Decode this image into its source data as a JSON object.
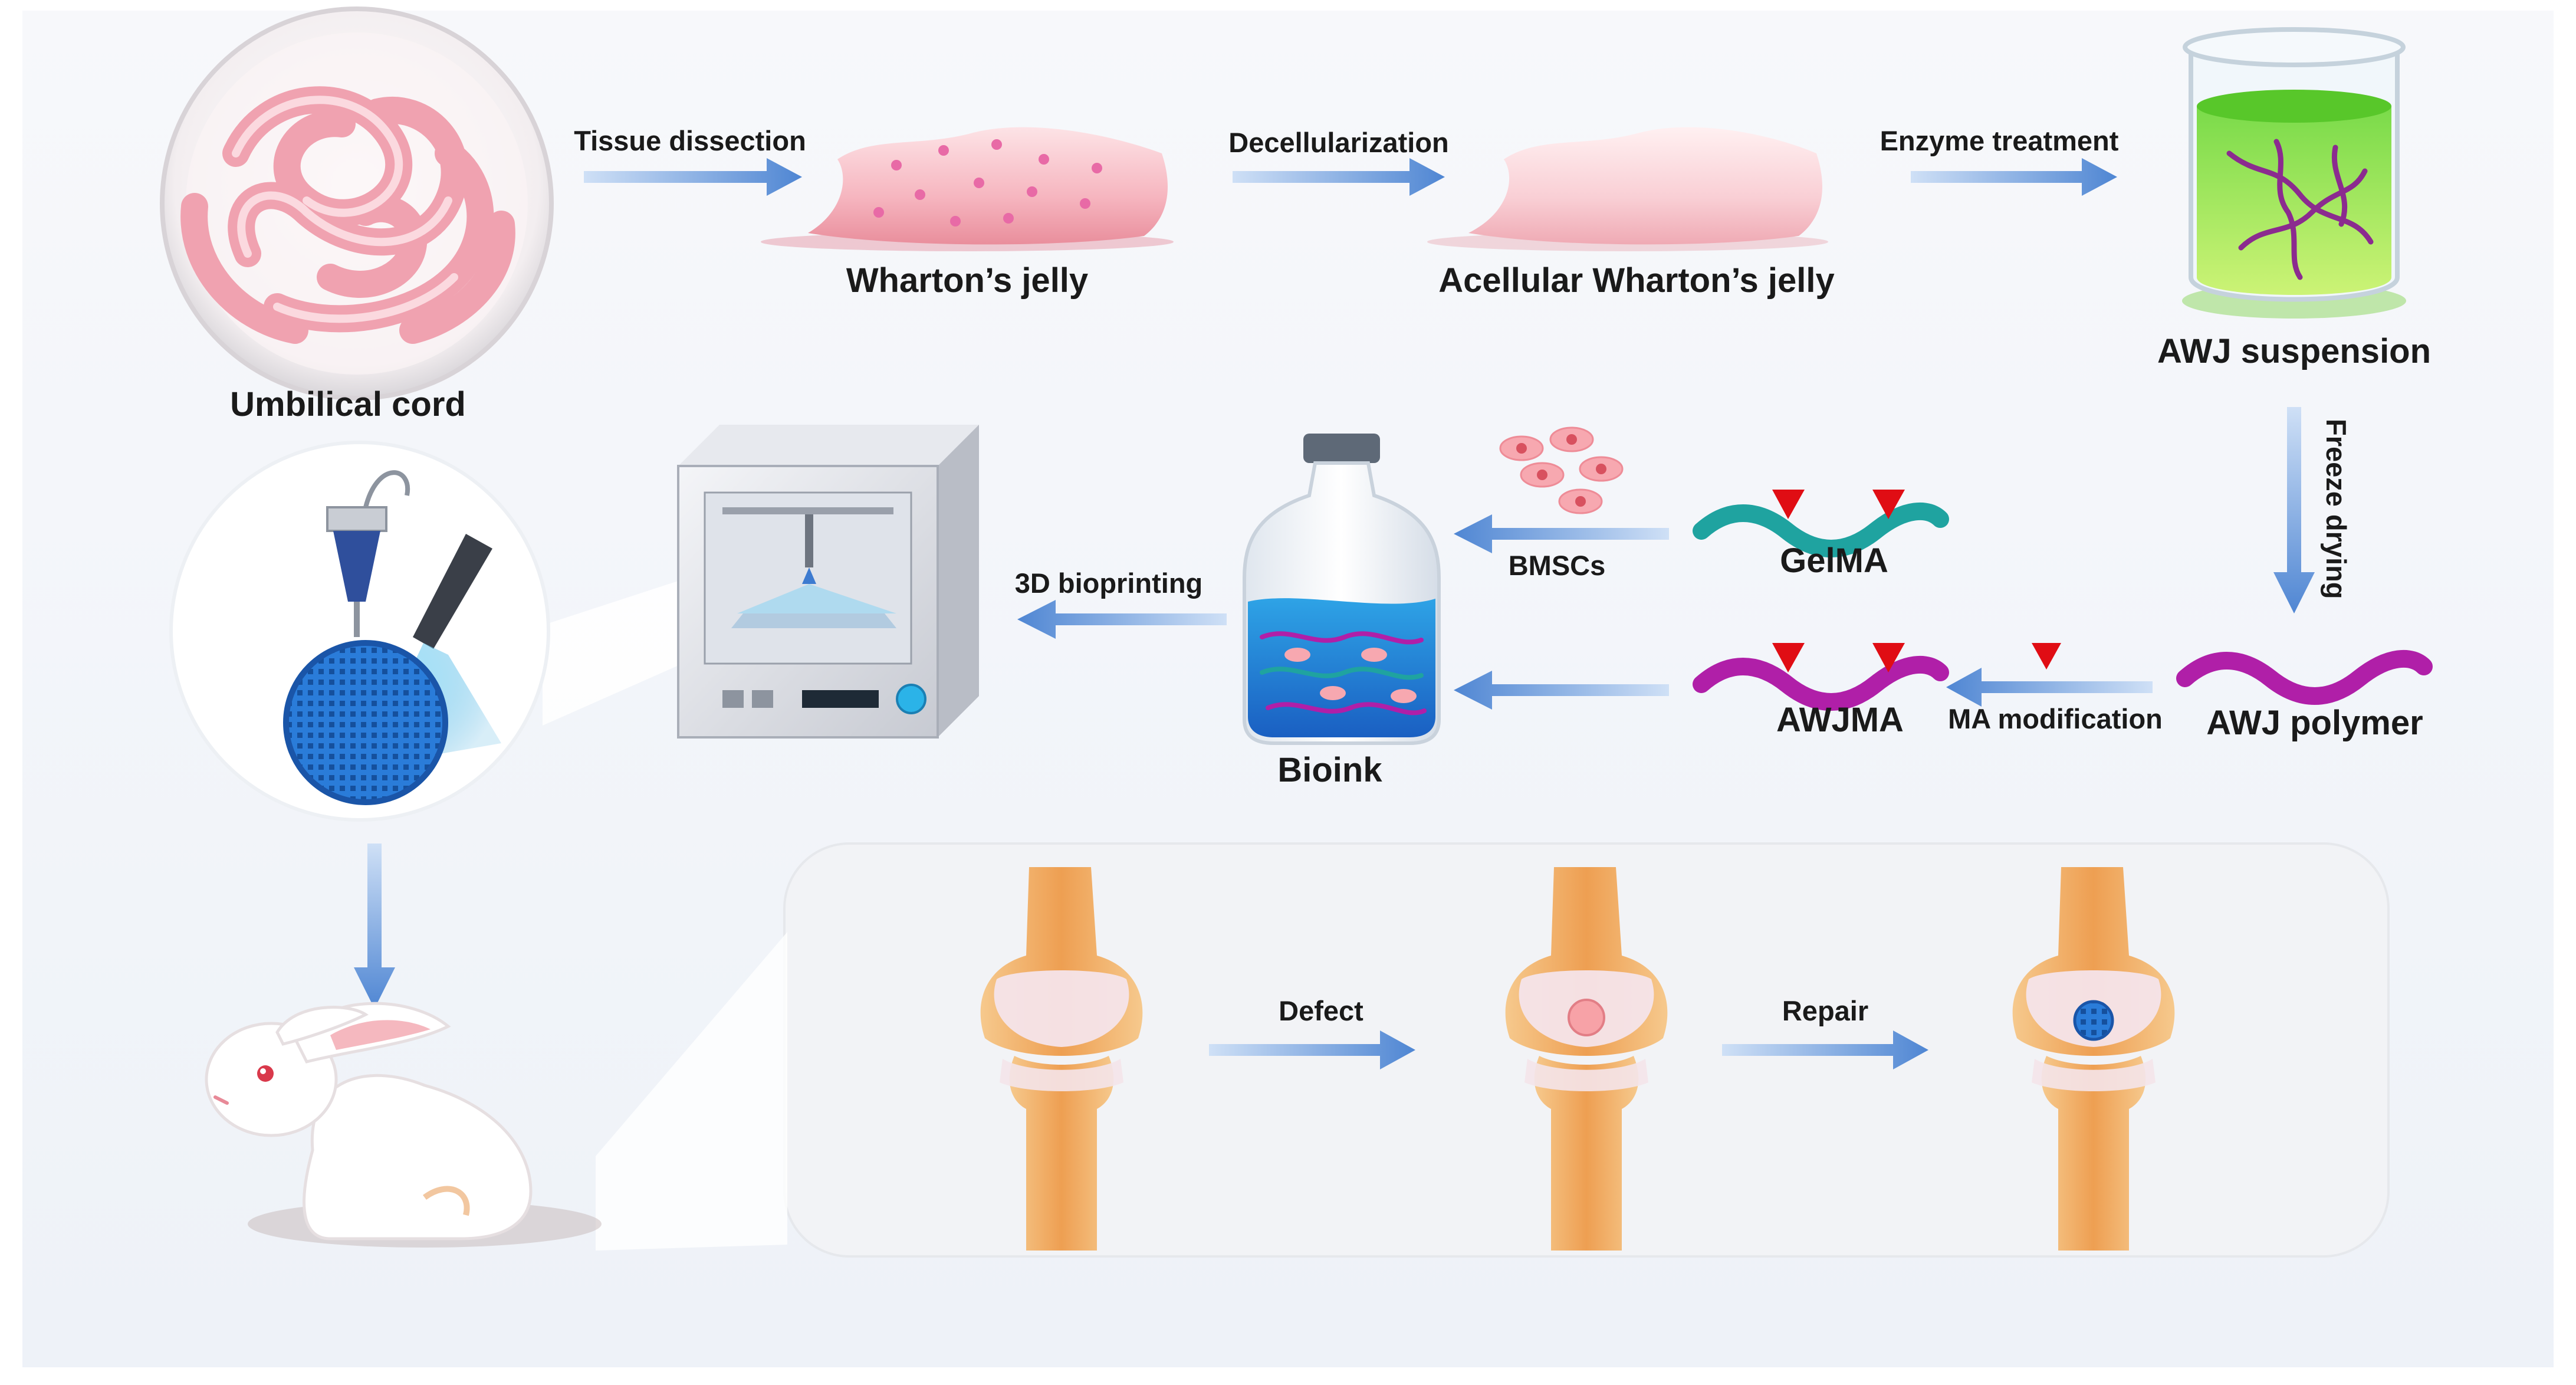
{
  "nodes": {
    "umbilical_cord": "Umbilical cord",
    "whartons_jelly": "Wharton’s jelly",
    "acellular_whartons_jelly": "Acellular Wharton’s jelly",
    "awj_suspension": "AWJ suspension",
    "awj_polymer": "AWJ polymer",
    "awjma": "AWJMA",
    "gelma": "GelMA",
    "bmscs": "BMSCs",
    "bioink": "Bioink"
  },
  "steps": {
    "tissue_dissection": "Tissue dissection",
    "decellularization": "Decellularization",
    "enzyme_treatment": "Enzyme treatment",
    "freeze_drying": "Freeze drying",
    "ma_modification": "MA modification",
    "bioprinting_3d": "3D bioprinting",
    "defect": "Defect",
    "repair": "Repair"
  },
  "colors": {
    "arrow": "#5b8fd6",
    "tissue_pink": "#f4a9b6",
    "gelma_teal": "#1fa3a0",
    "awj_magenta": "#b01fa8",
    "ma_red": "#e00d14",
    "gel_green": "#8fe13a",
    "print_blue": "#1f6fd1",
    "bone_orange": "#efa865"
  }
}
